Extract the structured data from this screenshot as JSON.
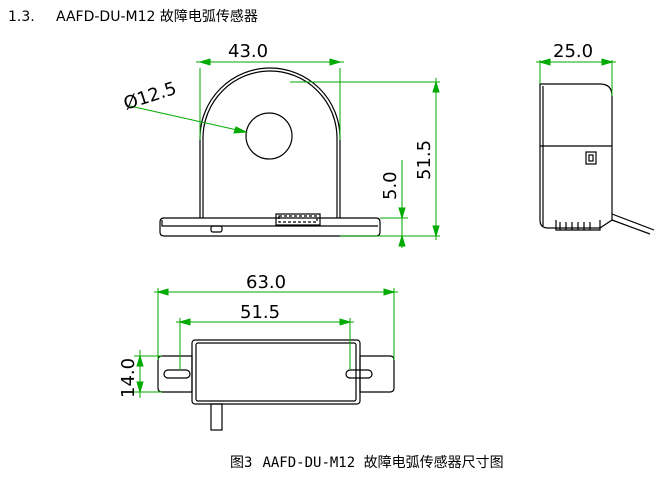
{
  "section": {
    "number": "1.3.",
    "title": "AAFD-DU-M12 故障电弧传感器"
  },
  "caption": {
    "figure": "图3",
    "text": "AAFD-DU-M12 故障电弧传感器尺寸图"
  },
  "dimensions": {
    "front_width": "43.0",
    "hole_diameter": "Ø12.5",
    "front_height": "51.5",
    "base_offset": "5.0",
    "side_depth": "25.0",
    "top_total_width": "63.0",
    "top_body_width": "51.5",
    "top_height": "14.0"
  },
  "colors": {
    "dimension_line": "#00aa00",
    "outline": "#000000"
  }
}
